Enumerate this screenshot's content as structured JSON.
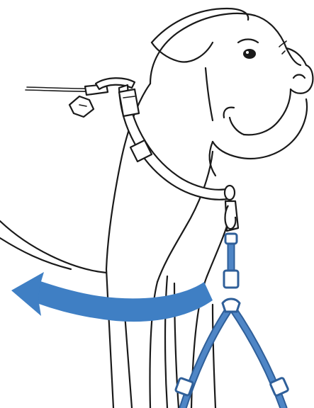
{
  "colors": {
    "outline": "#1a1a1a",
    "harness": "#4f86c6",
    "harness_outline": "#2f5f99",
    "arrow": "#3f7fc4",
    "background": "#ffffff"
  },
  "arrow": {
    "direction": "left"
  },
  "icons": [
    "dog-illustration",
    "collar",
    "leash",
    "harness",
    "direction-arrow"
  ]
}
